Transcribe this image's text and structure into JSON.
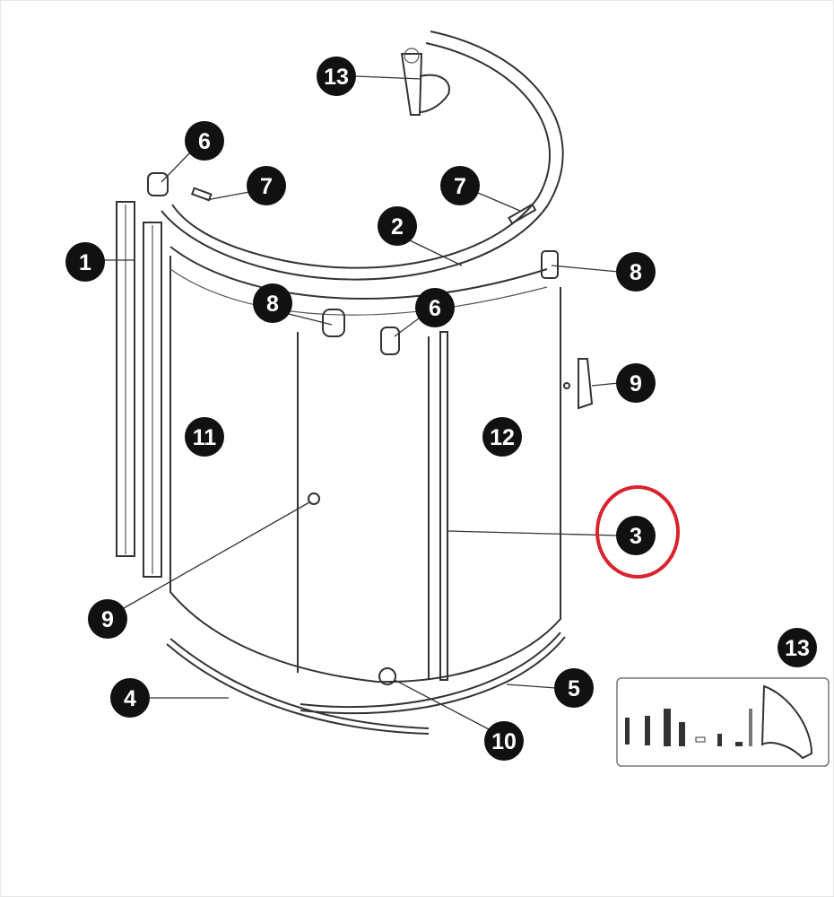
{
  "diagram": {
    "labels": [
      {
        "id": "label-13-top",
        "text": "13"
      },
      {
        "id": "label-6-left",
        "text": "6"
      },
      {
        "id": "label-7-left",
        "text": "7"
      },
      {
        "id": "label-7-right",
        "text": "7"
      },
      {
        "id": "label-2",
        "text": "2"
      },
      {
        "id": "label-1",
        "text": "1"
      },
      {
        "id": "label-8-right",
        "text": "8"
      },
      {
        "id": "label-8-left",
        "text": "8"
      },
      {
        "id": "label-6-center",
        "text": "6"
      },
      {
        "id": "label-9-right",
        "text": "9"
      },
      {
        "id": "label-11",
        "text": "11"
      },
      {
        "id": "label-12",
        "text": "12"
      },
      {
        "id": "label-3",
        "text": "3"
      },
      {
        "id": "label-9-left",
        "text": "9"
      },
      {
        "id": "label-13-kit",
        "text": "13"
      },
      {
        "id": "label-5",
        "text": "5"
      },
      {
        "id": "label-4",
        "text": "4"
      },
      {
        "id": "label-10",
        "text": "10"
      }
    ],
    "highlight_color": "#d9232e",
    "label_color": "#111111"
  }
}
